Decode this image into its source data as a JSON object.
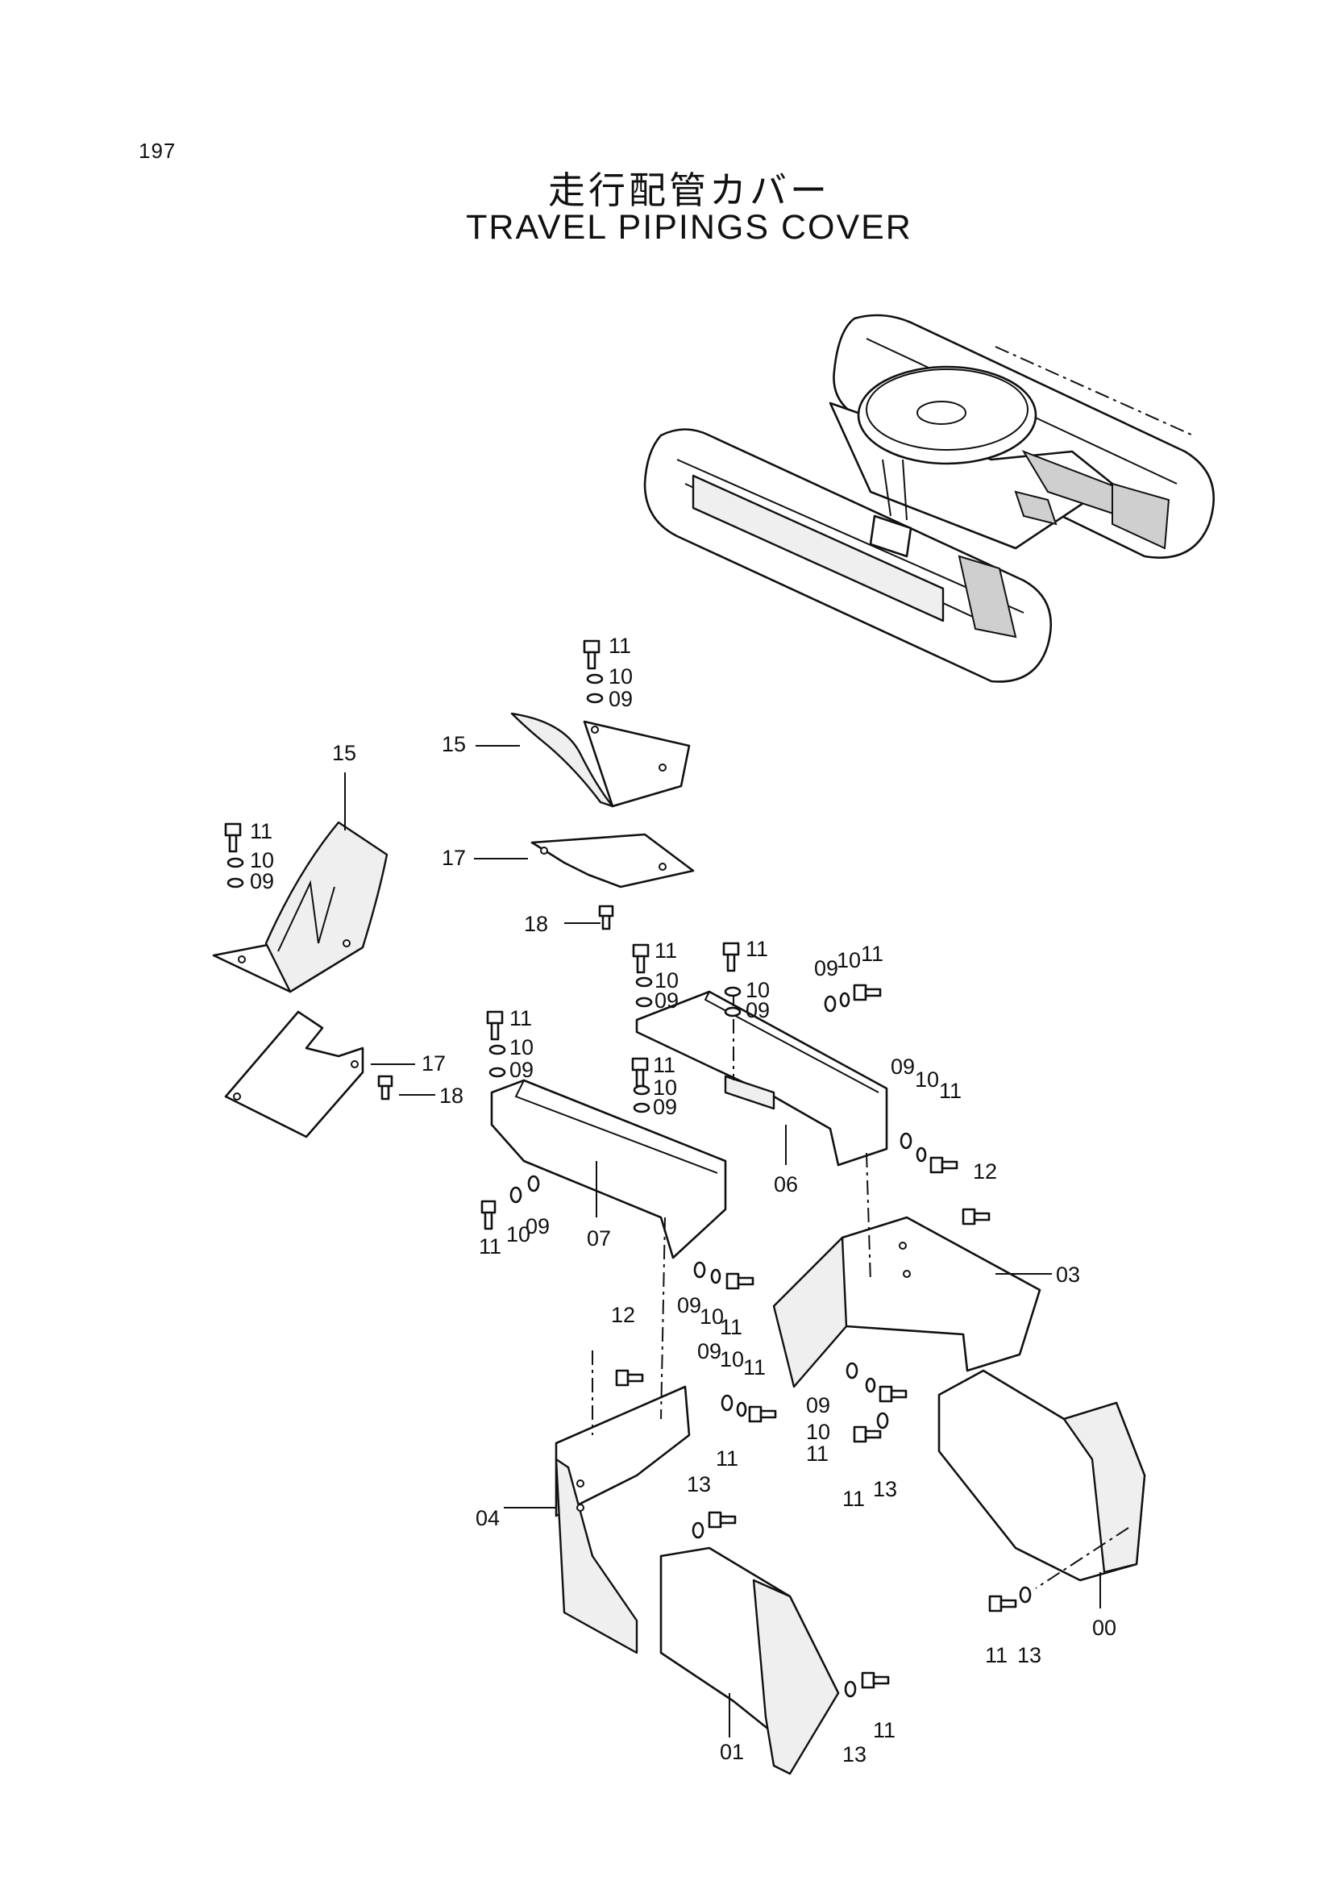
{
  "page_number": "197",
  "title_jp": "走行配管カバー",
  "title_en": "TRAVEL PIPINGS COVER",
  "callouts": [
    "00",
    "01",
    "03",
    "04",
    "06",
    "07",
    "09",
    "10",
    "11",
    "12",
    "13",
    "15",
    "17",
    "18"
  ]
}
